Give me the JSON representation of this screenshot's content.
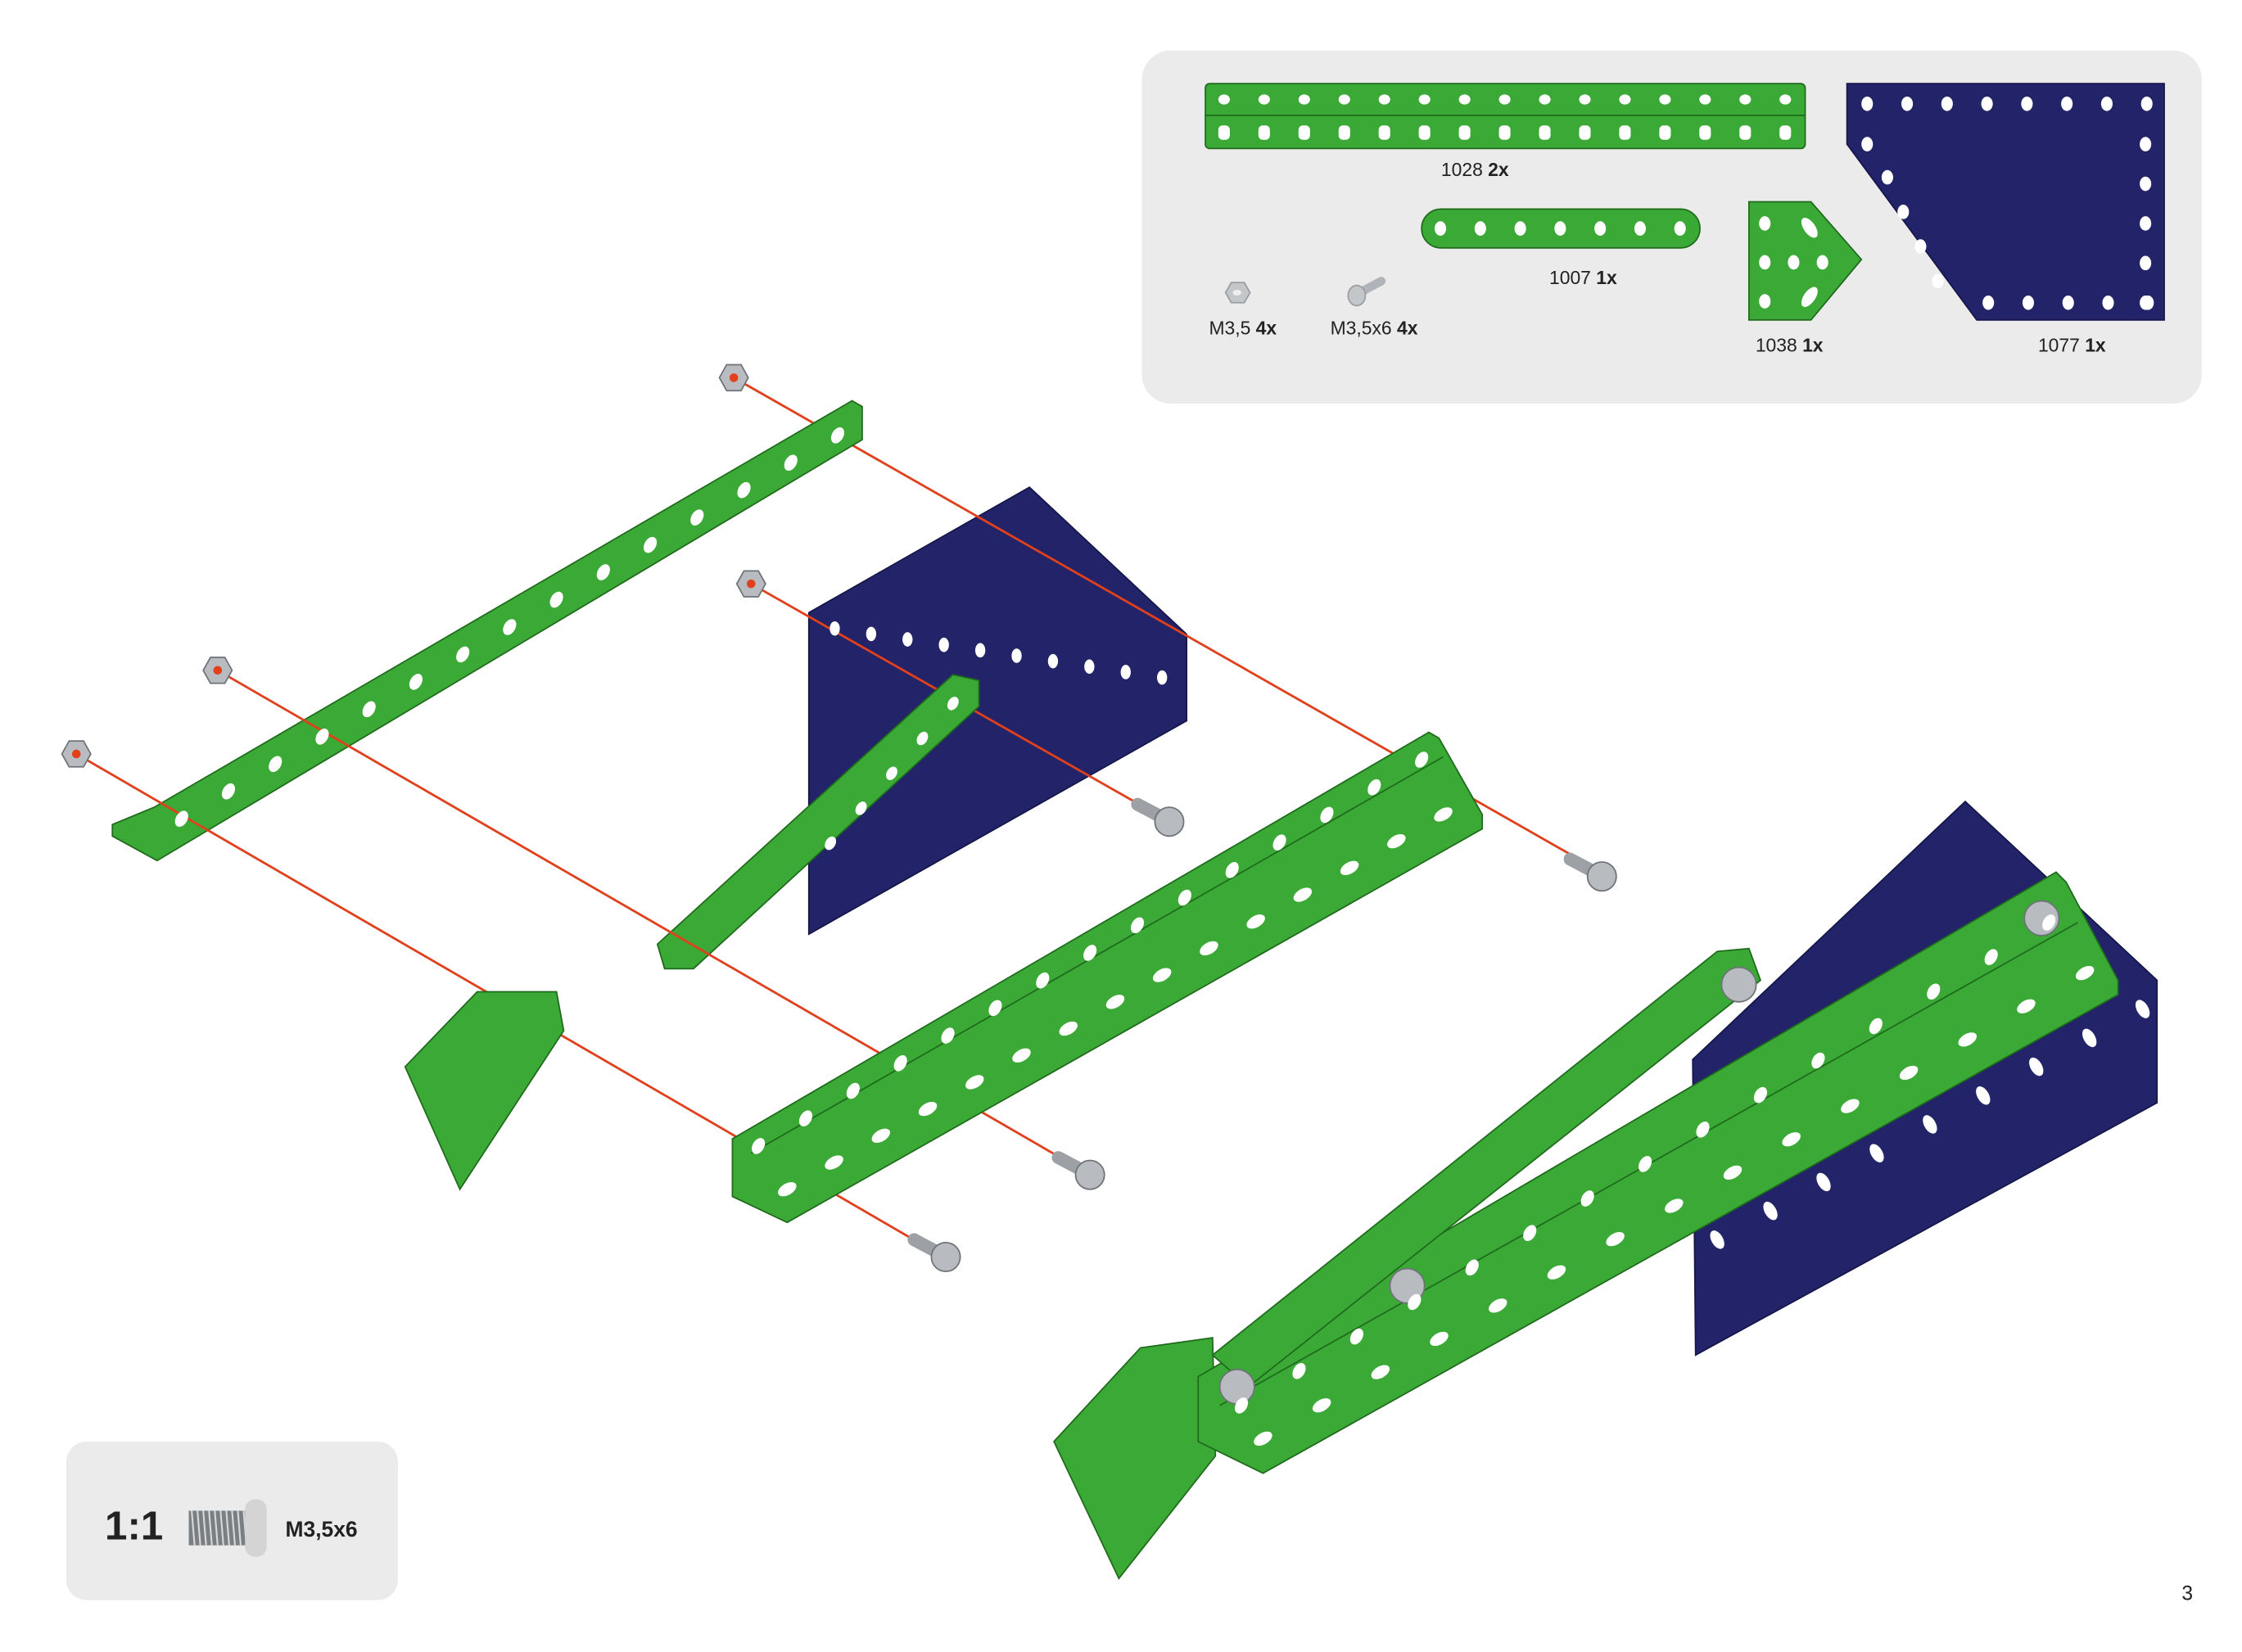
{
  "parts_list": {
    "items": [
      {
        "id": "part-1028",
        "number": "1028",
        "qty": "2x"
      },
      {
        "id": "part-1077",
        "number": "1077",
        "qty": "1x"
      },
      {
        "id": "part-1007",
        "number": "1007",
        "qty": "1x"
      },
      {
        "id": "part-1038",
        "number": "1038",
        "qty": "1x"
      },
      {
        "id": "nut",
        "number": "M3,5",
        "qty": "4x"
      },
      {
        "id": "bolt",
        "number": "M3,5x6",
        "qty": "4x"
      }
    ]
  },
  "scale_box": {
    "scale": "1:1",
    "bolt_label": "M3,5x6"
  },
  "page_number": "3",
  "colors": {
    "green": "#3aa935",
    "blue": "#222368",
    "line": "#e0401c",
    "panel": "#ebebeb"
  }
}
